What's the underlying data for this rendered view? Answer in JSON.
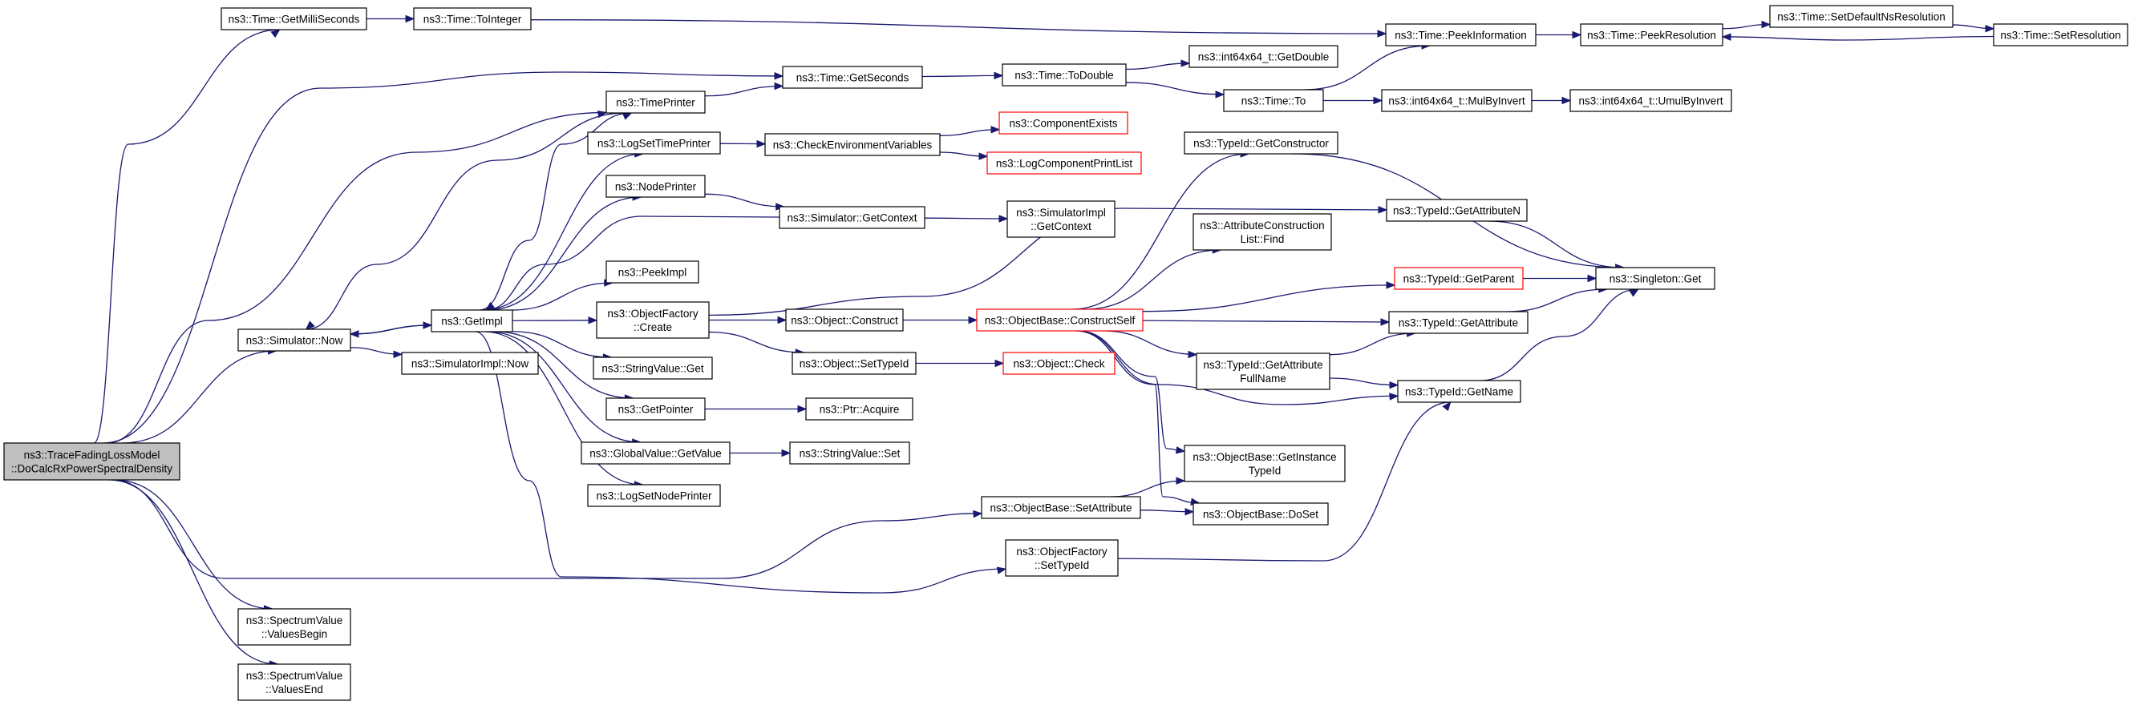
{
  "graph": {
    "title": "",
    "edge_color": "#191970",
    "truncated_border_color": "#ff0000",
    "root_fill": "#bfbfbf",
    "nodes": [
      {
        "id": "root",
        "lines": [
          "ns3::TraceFadingLossModel",
          "::DoCalcRxPowerSpectralDensity"
        ],
        "root": true
      },
      {
        "id": "getms",
        "lines": [
          "ns3::Time::GetMilliSeconds"
        ]
      },
      {
        "id": "tointeger",
        "lines": [
          "ns3::Time::ToInteger"
        ]
      },
      {
        "id": "peekinfo",
        "lines": [
          "ns3::Time::PeekInformation"
        ]
      },
      {
        "id": "peekres",
        "lines": [
          "ns3::Time::PeekResolution"
        ]
      },
      {
        "id": "setdefres",
        "lines": [
          "ns3::Time::SetDefaultNsResolution"
        ]
      },
      {
        "id": "setres",
        "lines": [
          "ns3::Time::SetResolution"
        ]
      },
      {
        "id": "getsec",
        "lines": [
          "ns3::Time::GetSeconds"
        ]
      },
      {
        "id": "todouble",
        "lines": [
          "ns3::Time::ToDouble"
        ]
      },
      {
        "id": "getdouble",
        "lines": [
          "ns3::int64x64_t::GetDouble"
        ]
      },
      {
        "id": "timeto",
        "lines": [
          "ns3::Time::To"
        ]
      },
      {
        "id": "mulbyinv",
        "lines": [
          "ns3::int64x64_t::MulByInvert"
        ]
      },
      {
        "id": "umulbyinv",
        "lines": [
          "ns3::int64x64_t::UmulByInvert"
        ]
      },
      {
        "id": "timeprinter",
        "lines": [
          "ns3::TimePrinter"
        ]
      },
      {
        "id": "logsettp",
        "lines": [
          "ns3::LogSetTimePrinter"
        ]
      },
      {
        "id": "checkenv",
        "lines": [
          "ns3::CheckEnvironmentVariables"
        ]
      },
      {
        "id": "compexists",
        "lines": [
          "ns3::ComponentExists"
        ],
        "truncated": true
      },
      {
        "id": "logcomppl",
        "lines": [
          "ns3::LogComponentPrintList"
        ],
        "truncated": true
      },
      {
        "id": "nodeprinter",
        "lines": [
          "ns3::NodePrinter"
        ]
      },
      {
        "id": "simgetctx",
        "lines": [
          "ns3::Simulator::GetContext"
        ]
      },
      {
        "id": "simimplgetctx",
        "lines": [
          "ns3::SimulatorImpl",
          "::GetContext"
        ]
      },
      {
        "id": "peekimpl",
        "lines": [
          "ns3::PeekImpl"
        ]
      },
      {
        "id": "simnow",
        "lines": [
          "ns3::Simulator::Now"
        ]
      },
      {
        "id": "getimpl",
        "lines": [
          "ns3::GetImpl"
        ]
      },
      {
        "id": "simimplnow",
        "lines": [
          "ns3::SimulatorImpl::Now"
        ]
      },
      {
        "id": "ofcreate",
        "lines": [
          "ns3::ObjectFactory",
          "::Create"
        ]
      },
      {
        "id": "objconstruct",
        "lines": [
          "ns3::Object::Construct"
        ]
      },
      {
        "id": "obsconstructself",
        "lines": [
          "ns3::ObjectBase::ConstructSelf"
        ],
        "truncated": true
      },
      {
        "id": "objsettypeid",
        "lines": [
          "ns3::Object::SetTypeId"
        ]
      },
      {
        "id": "objcheck",
        "lines": [
          "ns3::Object::Check"
        ],
        "truncated": true
      },
      {
        "id": "strvalget",
        "lines": [
          "ns3::StringValue::Get"
        ]
      },
      {
        "id": "getpointer",
        "lines": [
          "ns3::GetPointer"
        ]
      },
      {
        "id": "ptracquire",
        "lines": [
          "ns3::Ptr::Acquire"
        ]
      },
      {
        "id": "gvgetvalue",
        "lines": [
          "ns3::GlobalValue::GetValue"
        ]
      },
      {
        "id": "strvalset",
        "lines": [
          "ns3::StringValue::Set"
        ]
      },
      {
        "id": "logsetnp",
        "lines": [
          "ns3::LogSetNodePrinter"
        ]
      },
      {
        "id": "tidgetconstructor",
        "lines": [
          "ns3::TypeId::GetConstructor"
        ]
      },
      {
        "id": "tidgetattrn",
        "lines": [
          "ns3::TypeId::GetAttributeN"
        ]
      },
      {
        "id": "attrconstrfind",
        "lines": [
          "ns3::AttributeConstruction",
          "List::Find"
        ]
      },
      {
        "id": "tidgetparent",
        "lines": [
          "ns3::TypeId::GetParent"
        ],
        "truncated": true
      },
      {
        "id": "singletonget",
        "lines": [
          "ns3::Singleton::Get"
        ]
      },
      {
        "id": "tidgetattr",
        "lines": [
          "ns3::TypeId::GetAttribute"
        ]
      },
      {
        "id": "tidgetattrfull",
        "lines": [
          "ns3::TypeId::GetAttribute",
          "FullName"
        ]
      },
      {
        "id": "tidgetname",
        "lines": [
          "ns3::TypeId::GetName"
        ]
      },
      {
        "id": "obgetinsttid",
        "lines": [
          "ns3::ObjectBase::GetInstance",
          "TypeId"
        ]
      },
      {
        "id": "obdoset",
        "lines": [
          "ns3::ObjectBase::DoSet"
        ]
      },
      {
        "id": "obsetattr",
        "lines": [
          "ns3::ObjectBase::SetAttribute"
        ]
      },
      {
        "id": "ofsettypeid",
        "lines": [
          "ns3::ObjectFactory",
          "::SetTypeId"
        ]
      },
      {
        "id": "svbegin",
        "lines": [
          "ns3::SpectrumValue",
          "::ValuesBegin"
        ]
      },
      {
        "id": "svend",
        "lines": [
          "ns3::SpectrumValue",
          "::ValuesEnd"
        ]
      }
    ],
    "edges": [
      [
        "root",
        "getms"
      ],
      [
        "root",
        "simnow"
      ],
      [
        "root",
        "getsec"
      ],
      [
        "root",
        "timeprinter"
      ],
      [
        "root",
        "obsetattr"
      ],
      [
        "root",
        "svbegin"
      ],
      [
        "root",
        "svend"
      ],
      [
        "getms",
        "tointeger"
      ],
      [
        "tointeger",
        "peekinfo"
      ],
      [
        "peekinfo",
        "peekres"
      ],
      [
        "peekres",
        "setdefres"
      ],
      [
        "setdefres",
        "setres"
      ],
      [
        "setres",
        "peekres"
      ],
      [
        "getsec",
        "todouble"
      ],
      [
        "todouble",
        "getdouble"
      ],
      [
        "todouble",
        "timeto"
      ],
      [
        "timeto",
        "peekinfo"
      ],
      [
        "timeto",
        "mulbyinv"
      ],
      [
        "mulbyinv",
        "umulbyinv"
      ],
      [
        "simnow",
        "getimpl"
      ],
      [
        "simnow",
        "simimplnow"
      ],
      [
        "getimpl",
        "timeprinter"
      ],
      [
        "getimpl",
        "logsettp"
      ],
      [
        "getimpl",
        "nodeprinter"
      ],
      [
        "getimpl",
        "peekimpl"
      ],
      [
        "getimpl",
        "ofcreate"
      ],
      [
        "getimpl",
        "strvalget"
      ],
      [
        "getimpl",
        "getpointer"
      ],
      [
        "getimpl",
        "gvgetvalue"
      ],
      [
        "getimpl",
        "logsetnp"
      ],
      [
        "getimpl",
        "ofsettypeid"
      ],
      [
        "getimpl",
        "simnow"
      ],
      [
        "timeprinter",
        "getsec"
      ],
      [
        "timeprinter",
        "simnow"
      ],
      [
        "logsettp",
        "checkenv"
      ],
      [
        "checkenv",
        "compexists"
      ],
      [
        "checkenv",
        "logcomppl"
      ],
      [
        "nodeprinter",
        "simgetctx"
      ],
      [
        "simgetctx",
        "simimplgetctx"
      ],
      [
        "simgetctx",
        "getimpl"
      ],
      [
        "ofcreate",
        "objconstruct"
      ],
      [
        "ofcreate",
        "objsettypeid"
      ],
      [
        "ofcreate",
        "tidgetattrn"
      ],
      [
        "objconstruct",
        "obsconstructself"
      ],
      [
        "objsettypeid",
        "objcheck"
      ],
      [
        "getpointer",
        "ptracquire"
      ],
      [
        "gvgetvalue",
        "strvalset"
      ],
      [
        "obsconstructself",
        "tidgetconstructor"
      ],
      [
        "obsconstructself",
        "attrconstrfind"
      ],
      [
        "obsconstructself",
        "tidgetparent"
      ],
      [
        "obsconstructself",
        "tidgetattr"
      ],
      [
        "obsconstructself",
        "tidgetattrfull"
      ],
      [
        "obsconstructself",
        "tidgetname"
      ],
      [
        "obsconstructself",
        "obgetinsttid"
      ],
      [
        "obsconstructself",
        "obdoset"
      ],
      [
        "tidgetconstructor",
        "singletonget"
      ],
      [
        "tidgetattrn",
        "singletonget"
      ],
      [
        "tidgetparent",
        "singletonget"
      ],
      [
        "tidgetattr",
        "singletonget"
      ],
      [
        "tidgetname",
        "singletonget"
      ],
      [
        "tidgetattrfull",
        "tidgetattr"
      ],
      [
        "tidgetattrfull",
        "tidgetname"
      ],
      [
        "obsetattr",
        "obdoset"
      ],
      [
        "obsetattr",
        "obgetinsttid"
      ],
      [
        "ofsettypeid",
        "tidgetname"
      ]
    ]
  }
}
